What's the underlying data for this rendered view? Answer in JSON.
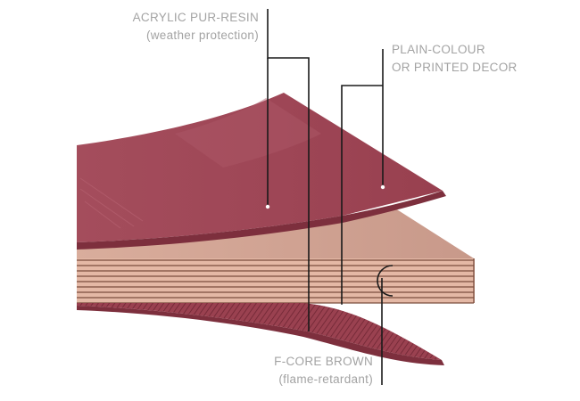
{
  "labels": {
    "acrylic": {
      "line1": "ACRYLIC PUR-RESIN",
      "line2": "(weather protection)"
    },
    "decor": {
      "line1": "PLAIN-COLOUR",
      "line2": "OR PRINTED DECOR"
    },
    "core": {
      "line1": "F-CORE BROWN",
      "line2": "(flame-retardant)"
    }
  },
  "colors": {
    "top_sheet": "#9c4453",
    "top_sheet_highlight": "#a84f5e",
    "sheet_edge": "#7d2f3d",
    "core_top_face": "#cfa493",
    "core_layer_fill": "#e2b6a4",
    "core_line": "#7a4d3e",
    "label_text": "#a3a3a3",
    "leader_line": "#1a1a1a"
  }
}
